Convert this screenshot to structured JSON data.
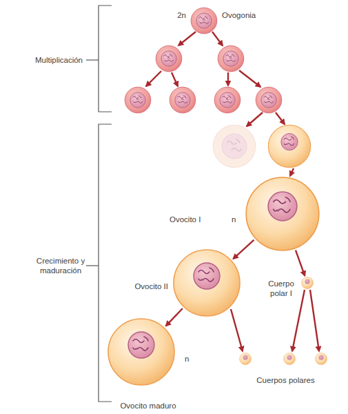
{
  "diagram": {
    "nodes": [
      {
        "text": [
          "2n",
          "Ovogonia"
        ]
      },
      {
        "text": [
          "Ovocito I",
          "n"
        ]
      },
      {
        "text": [
          "Ovocito II"
        ]
      },
      {
        "text": [
          "Cuerpo polar I"
        ]
      },
      {
        "text": [
          "n",
          "Ovocito maduro"
        ]
      }
    ],
    "edges": [
      {
        "from": 1,
        "to": 2,
        "arrow": "to"
      },
      {
        "from": 1,
        "to": 3,
        "arrow": "to"
      },
      {
        "from": 2,
        "to": 4,
        "arrow": "to"
      }
    ],
    "labels": [
      "Multiplicación",
      "Crecimiento y maduración",
      "Cuerpos polares"
    ]
  }
}
